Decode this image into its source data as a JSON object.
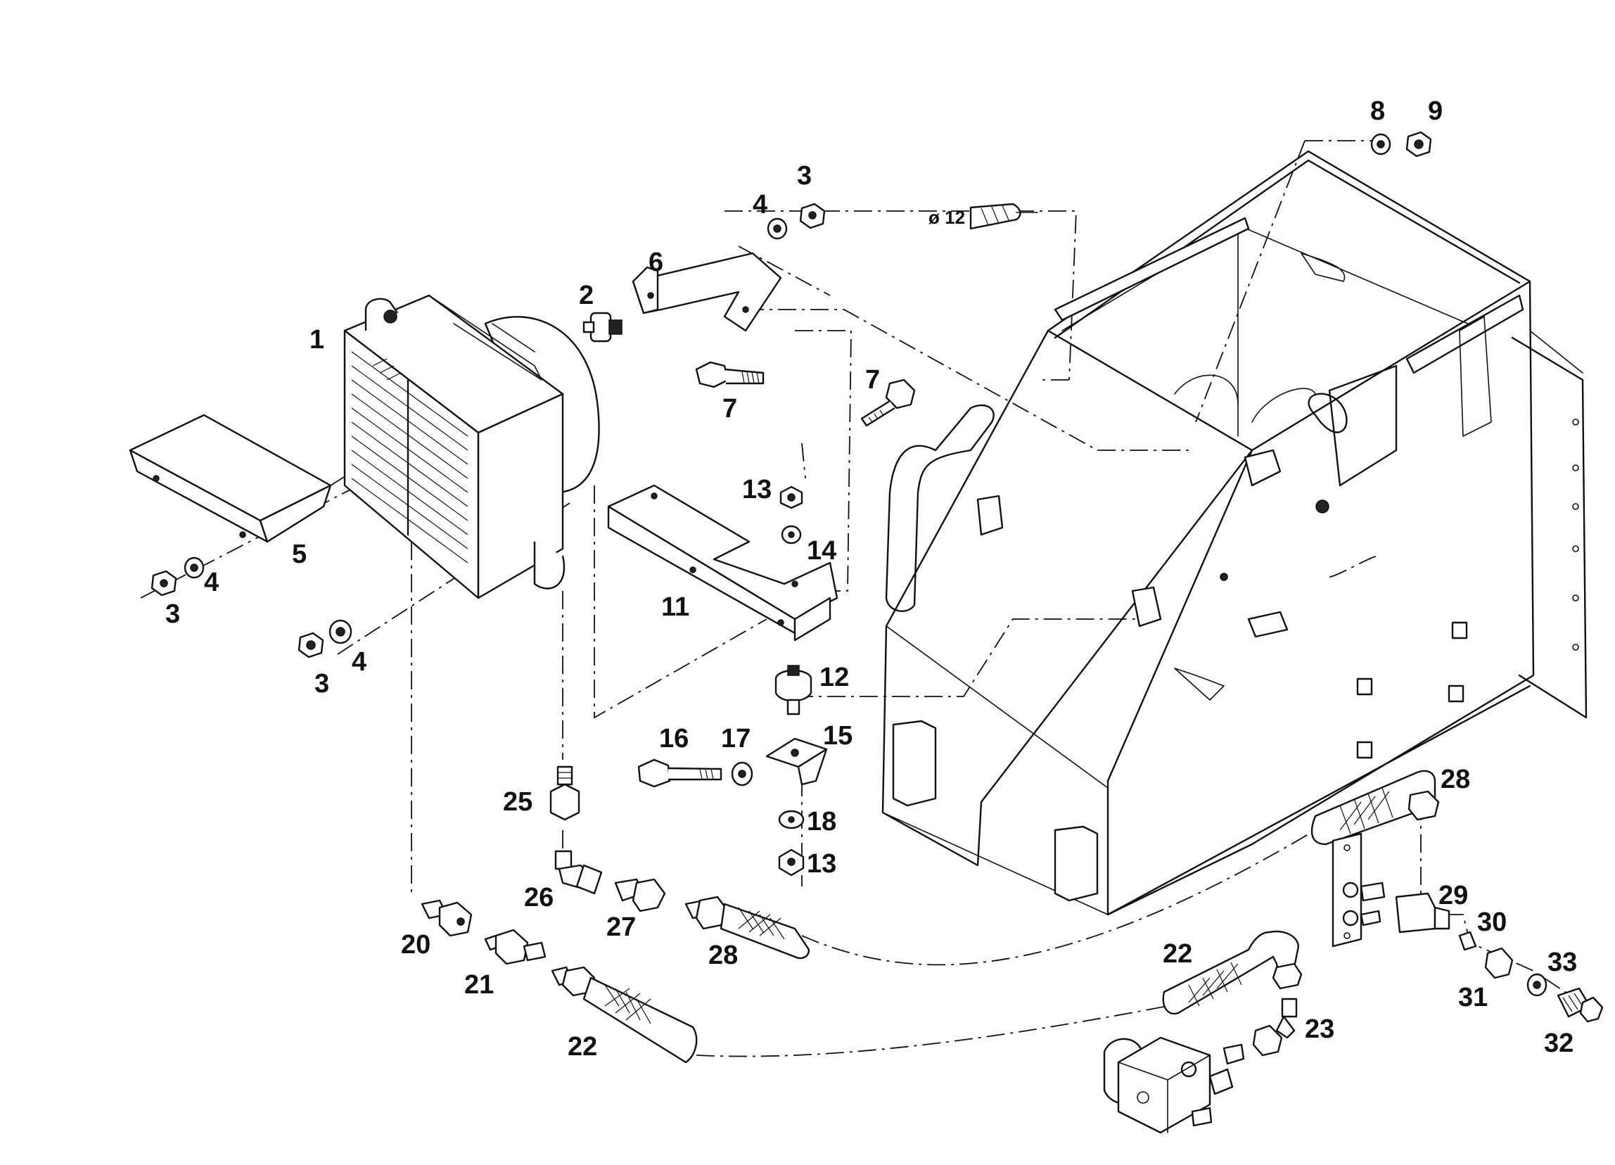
{
  "drawing": {
    "drill_label": "ø 12",
    "callouts": {
      "c1": "1",
      "c2": "2",
      "c3": "3",
      "c4": "4",
      "c5": "5",
      "c6": "6",
      "c7": "7",
      "c8": "8",
      "c9": "9",
      "c11": "11",
      "c12": "12",
      "c13": "13",
      "c14": "14",
      "c15": "15",
      "c16": "16",
      "c17": "17",
      "c18": "18",
      "c20": "20",
      "c21": "21",
      "c22": "22",
      "c23": "23",
      "c25": "25",
      "c26": "26",
      "c27": "27",
      "c28": "28",
      "c29": "29",
      "c30": "30",
      "c31": "31",
      "c32": "32",
      "c33": "33"
    }
  }
}
